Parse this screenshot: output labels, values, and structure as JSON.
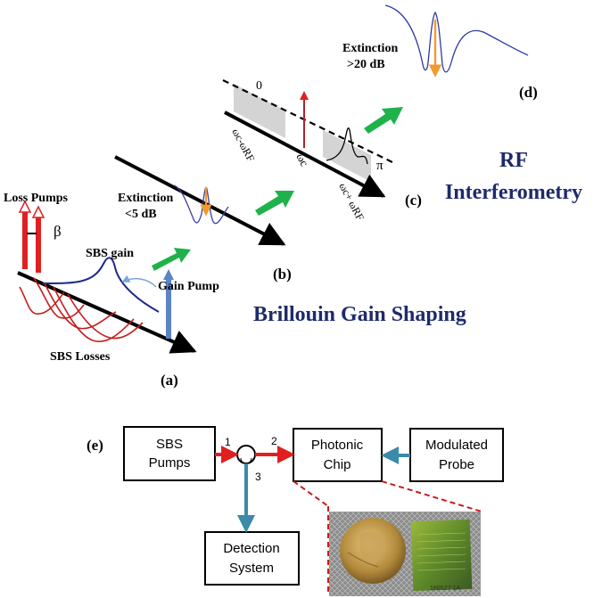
{
  "panel_labels": {
    "a": "(a)",
    "b": "(b)",
    "c": "(c)",
    "d": "(d)",
    "e": "(e)"
  },
  "panel_a": {
    "loss_pumps": "Loss Pumps",
    "beta": "β",
    "sbs_gain": "SBS gain",
    "gain_pump": "Gain Pump",
    "sbs_losses": "SBS Losses"
  },
  "panel_b": {
    "extinction_line1": "Extinction",
    "extinction_line2": "<5 dB"
  },
  "panel_c": {
    "zero": "0",
    "pi": "π",
    "wc_minus": "ωc-ωRF",
    "wc": "ωc",
    "wc_plus": "ωc+ ωRF"
  },
  "panel_d": {
    "extinction_line1": "Extinction",
    "extinction_line2": ">20 dB"
  },
  "headings": {
    "rf_line1": "RF",
    "rf_line2": "Interferometry",
    "brillouin": "Brillouin Gain Shaping"
  },
  "panel_e": {
    "sbs_pumps_line1": "SBS",
    "sbs_pumps_line2": "Pumps",
    "photonic_chip_line1": "Photonic",
    "photonic_chip_line2": "Chip",
    "modulated_probe_line1": "Modulated",
    "modulated_probe_line2": "Probe",
    "detection_line1": "Detection",
    "detection_line2": "System",
    "port1": "1",
    "port2": "2",
    "port3": "3",
    "chip_label": "160527-1A"
  },
  "colors": {
    "loss": "#e02020",
    "gain_curve": "#1c2a8c",
    "gain_pump": "#5b84c4",
    "green_arrow": "#1fb24a",
    "orange": "#f29a30",
    "teal": "#3a8aa8",
    "navy_text": "#1f2a6b"
  }
}
